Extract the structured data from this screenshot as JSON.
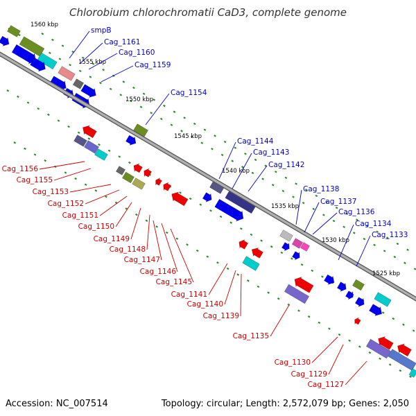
{
  "title": "Chlorobium chlorochromatii CaD3, complete genome",
  "footer": {
    "accession": "Accession: NC_007514",
    "stats": "Topology: circular; Length: 2,572,079 bp; Genes: 2,050"
  },
  "colors": {
    "forward_label": "#0000cc",
    "reverse_label": "#cc0000",
    "backbone": "#999999",
    "cds_forward": "#0000ee",
    "cds_reverse": "#ee0000",
    "tick": "#2e8b2e"
  },
  "scale_labels": [
    "1560 kbp",
    "1555 kbp",
    "1550 kbp",
    "1545 kbp",
    "1540 kbp",
    "1535 kbp",
    "1530 kbp",
    "1525 kbp"
  ],
  "forward_gene_labels": [
    "smpB",
    "Cag_1161",
    "Cag_1160",
    "Cag_1159",
    "Cag_1154",
    "Cag_1144",
    "Cag_1143",
    "Cag_1142",
    "Cag_1138",
    "Cag_1137",
    "Cag_1136",
    "Cag_1134",
    "Cag_1133"
  ],
  "reverse_gene_labels": [
    "Cag_1156",
    "Cag_1155",
    "Cag_1153",
    "Cag_1152",
    "Cag_1151",
    "Cag_1150",
    "Cag_1149",
    "Cag_1148",
    "Cag_1147",
    "Cag_1146",
    "Cag_1145",
    "Cag_1141",
    "Cag_1140",
    "Cag_1139",
    "Cag_1135",
    "Cag_1130",
    "Cag_1129",
    "Cag_1127"
  ]
}
